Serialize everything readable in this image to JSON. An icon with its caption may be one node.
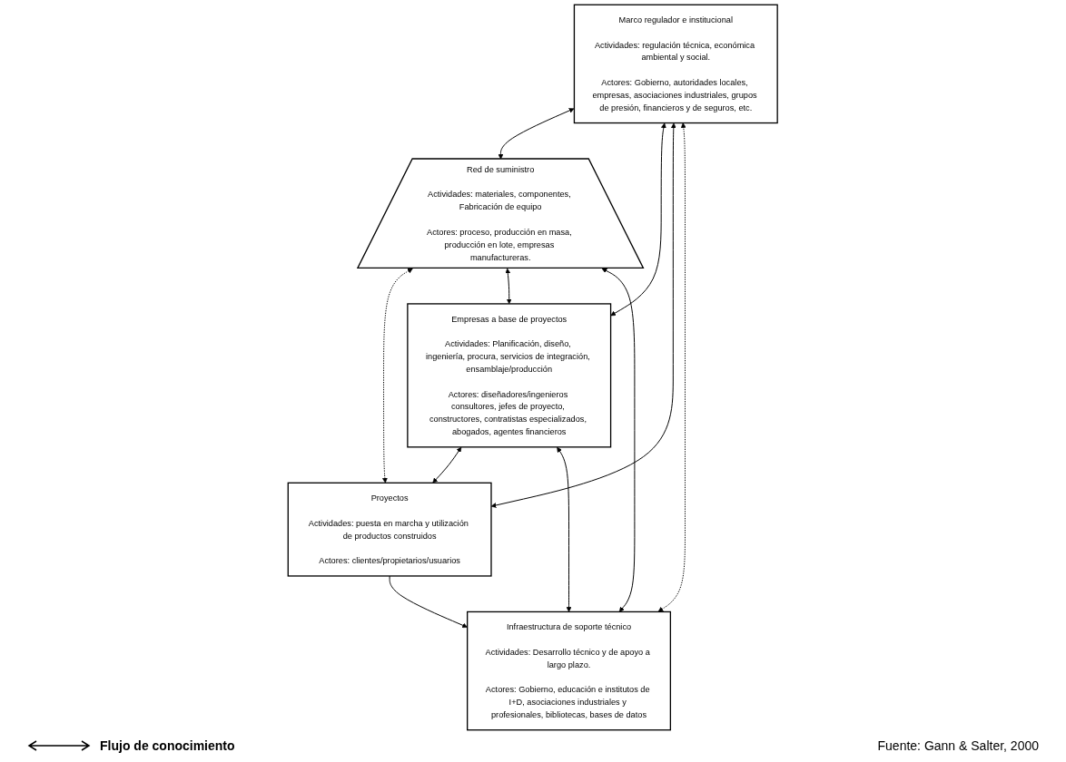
{
  "diagram": {
    "nodes": [
      {
        "text": [
          "Marco regulador e institucional",
          "Actividades: regulación técnica, económica ambiental y social.",
          "Actores: Gobierno, autoridades locales, empresas, asociaciones industriales, grupos de presión, financieros y de seguros, etc."
        ]
      },
      {
        "text": [
          "Red de suministro",
          "Actividades: materiales, componentes, Fabricación de equipo",
          "Actores: proceso, producción en masa, producción en lote, empresas manufactureras."
        ]
      },
      {
        "text": [
          "Empresas a base de proyectos",
          "Actividades: Planificación, diseño, ingeniería, procura, servicios de integración, ensamblaje/producción",
          "Actores: diseñadores/ingenieros consultores, jefes de proyecto, constructores, contratistas especializados, abogados, agentes financieros"
        ]
      },
      {
        "text": [
          "Proyectos",
          "Actividades: puesta en marcha y utilización de productos construidos",
          "Actores: clientes/propietarios/usuarios"
        ]
      },
      {
        "text": [
          "Infraestructura de soporte técnico",
          "Actividades: Desarrollo técnico y de apoyo a largo plazo.",
          "Actores: Gobierno, educación e institutos de I+D, asociaciones industriales y profesionales, bibliotecas, bases de datos"
        ]
      }
    ],
    "edges": [
      {
        "from": 0,
        "to": 1,
        "arrow": "both"
      },
      {
        "from": 0,
        "to": 2,
        "arrow": "both"
      },
      {
        "from": 0,
        "to": 3,
        "arrow": "both"
      },
      {
        "from": 1,
        "to": 3,
        "arrow": "both",
        "style": "dashed"
      },
      {
        "from": 1,
        "to": 2,
        "arrow": "both"
      },
      {
        "from": 2,
        "to": 3,
        "arrow": "both"
      },
      {
        "from": 1,
        "to": 4,
        "arrow": "both"
      },
      {
        "from": 2,
        "to": 4,
        "arrow": "both"
      },
      {
        "from": 3,
        "to": 4,
        "arrow": "to"
      },
      {
        "from": 4,
        "to": 0,
        "arrow": "both",
        "style": "dashed"
      }
    ],
    "labels": [
      "Fuente: Gann & Salter, 2000"
    ],
    "legend": [
      {
        "text": "Flujo de conocimiento"
      }
    ]
  }
}
